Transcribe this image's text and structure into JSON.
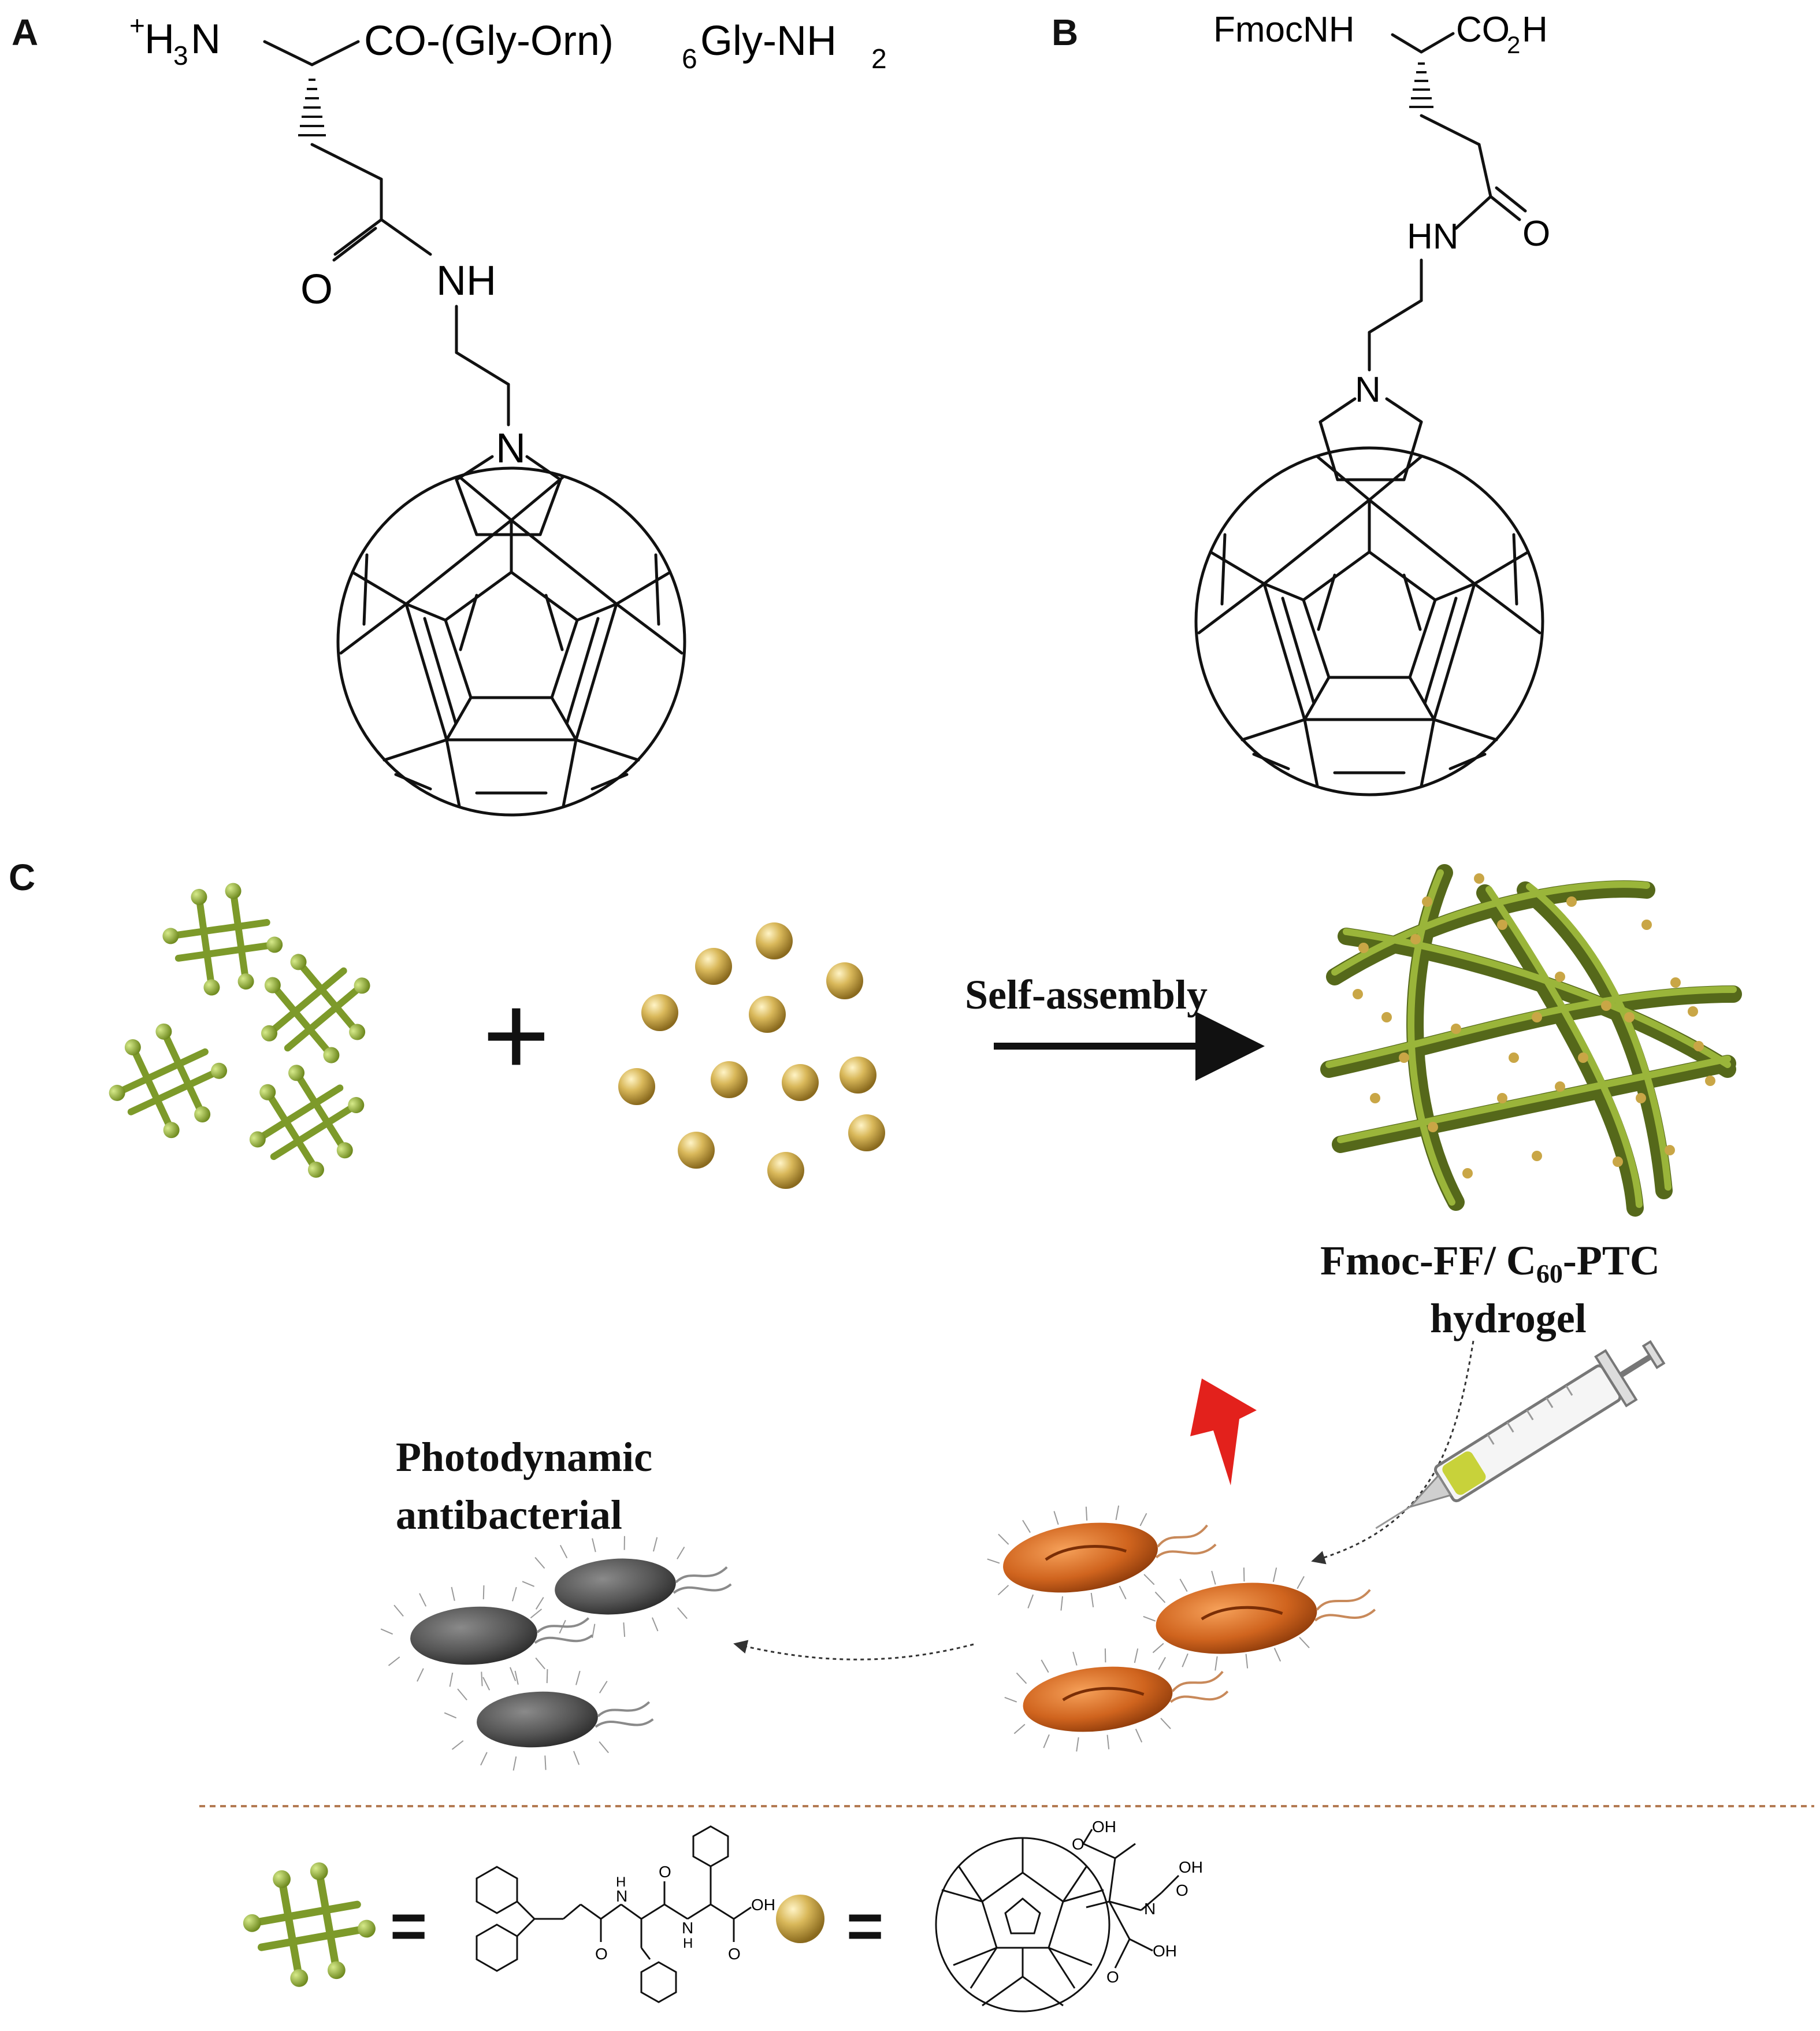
{
  "panels": {
    "a": {
      "label": "A",
      "amine": "H",
      "amine_charge": "+",
      "amine_sub": "3",
      "amine_n": "N",
      "chain_head": "CO-(Gly-Orn)",
      "chain_sub": "6",
      "chain_tail": "Gly-NH",
      "chain_sub2": "2",
      "carbonyl_o": "O",
      "amide_nh": "NH",
      "ring_n": "N"
    },
    "b": {
      "label": "B",
      "fmocnh": "FmocNH",
      "acid_head": "CO",
      "acid_sub": "2",
      "acid_tail": "H",
      "amide_hn": "HN",
      "carbonyl_o": "O",
      "ring_n": "N"
    },
    "c": {
      "label": "C",
      "plus": "+",
      "arrow_label": "Self-assembly",
      "gel_line1_a": "Fmoc-FF/ C",
      "gel_line1_sub": "60",
      "gel_line1_b": "-PTC",
      "gel_line2": "hydrogel",
      "photo_line1": "Photodynamic",
      "photo_line2": "antibacterial",
      "equals": "=",
      "oh": "OH",
      "o": "O",
      "n": "N",
      "h": "H"
    }
  },
  "colors": {
    "fiber": "#6b7f1f",
    "fiber_light": "#9ab53a",
    "sphere": "#c9a646",
    "bacteria_live": "#d0641e",
    "bacteria_dead": "#505050",
    "lightning": "#e3211c",
    "divider": "#b37a52",
    "syringe_plunger": "#c8d23a"
  }
}
